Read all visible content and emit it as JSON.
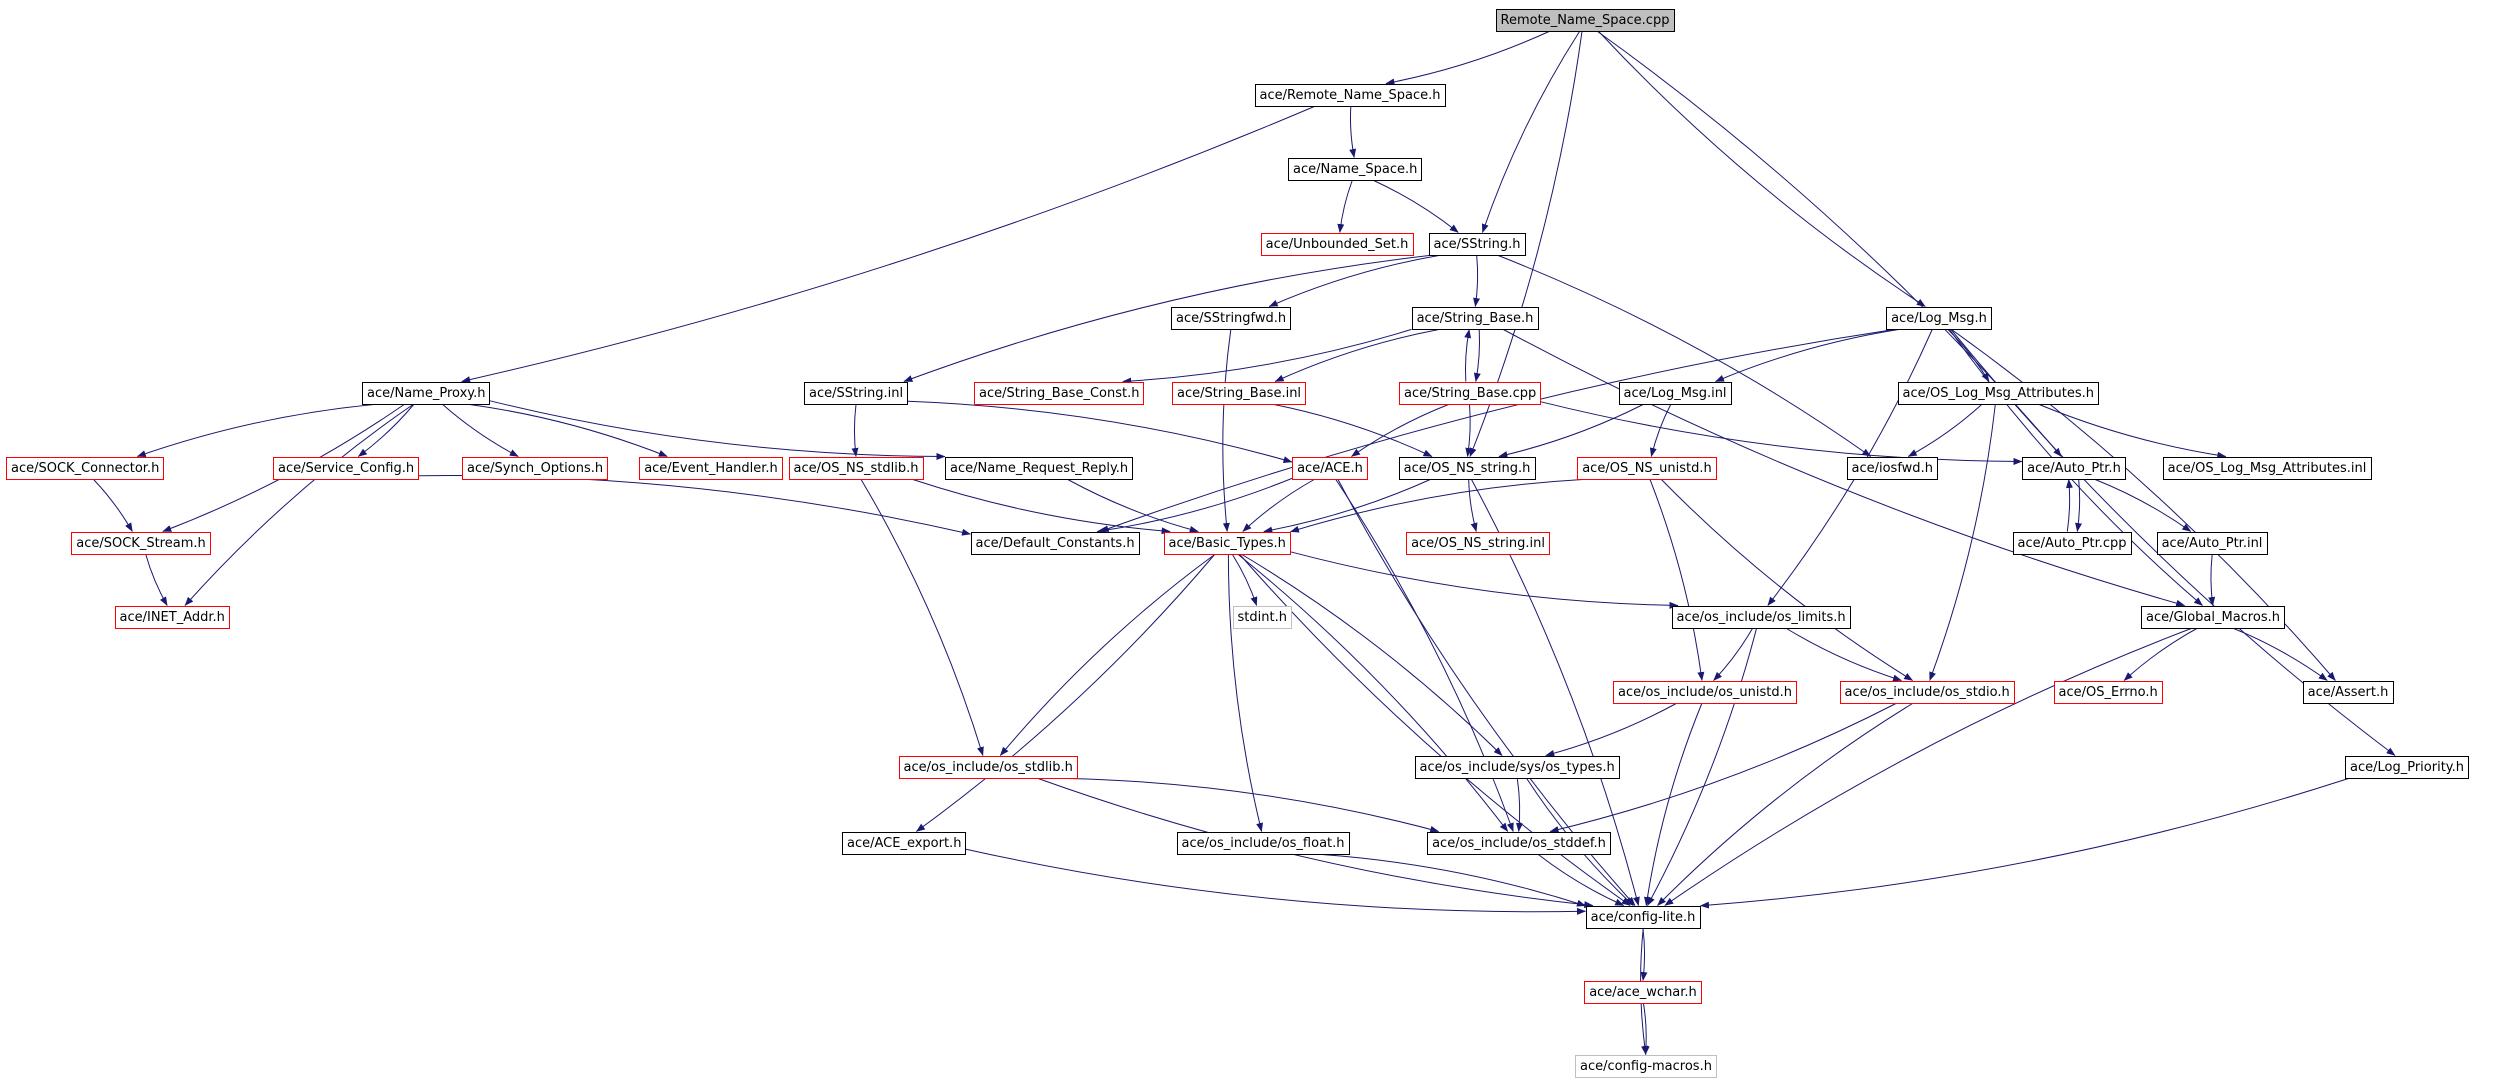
{
  "graph": {
    "root": "Remote_Name_Space.cpp",
    "colors": {
      "edge": "#191970",
      "documented_border": "#000000",
      "undocumented_border": "#ff0000",
      "external_border": "#bfbfbf",
      "root_fill": "#bfbfbf"
    },
    "nodes": [
      {
        "id": "remote_cpp",
        "label": "Remote_Name_Space.cpp",
        "kind": "root"
      },
      {
        "id": "remote_h",
        "label": "ace/Remote_Name_Space.h",
        "kind": "doc"
      },
      {
        "id": "name_space_h",
        "label": "ace/Name_Space.h",
        "kind": "doc"
      },
      {
        "id": "unbounded_set",
        "label": "ace/Unbounded_Set.h",
        "kind": "undoc"
      },
      {
        "id": "sstring_h",
        "label": "ace/SString.h",
        "kind": "doc"
      },
      {
        "id": "sstringfwd",
        "label": "ace/SStringfwd.h",
        "kind": "doc"
      },
      {
        "id": "string_base_h",
        "label": "ace/String_Base.h",
        "kind": "doc"
      },
      {
        "id": "log_msg_h",
        "label": "ace/Log_Msg.h",
        "kind": "doc"
      },
      {
        "id": "name_proxy",
        "label": "ace/Name_Proxy.h",
        "kind": "doc"
      },
      {
        "id": "sstring_inl",
        "label": "ace/SString.inl",
        "kind": "doc"
      },
      {
        "id": "sb_const",
        "label": "ace/String_Base_Const.h",
        "kind": "undoc"
      },
      {
        "id": "sb_inl",
        "label": "ace/String_Base.inl",
        "kind": "undoc"
      },
      {
        "id": "sb_cpp",
        "label": "ace/String_Base.cpp",
        "kind": "undoc"
      },
      {
        "id": "log_msg_inl",
        "label": "ace/Log_Msg.inl",
        "kind": "doc"
      },
      {
        "id": "os_log_attr",
        "label": "ace/OS_Log_Msg_Attributes.h",
        "kind": "doc"
      },
      {
        "id": "sock_conn",
        "label": "ace/SOCK_Connector.h",
        "kind": "undoc"
      },
      {
        "id": "service_config",
        "label": "ace/Service_Config.h",
        "kind": "undoc"
      },
      {
        "id": "synch_options",
        "label": "ace/Synch_Options.h",
        "kind": "undoc"
      },
      {
        "id": "event_handler",
        "label": "ace/Event_Handler.h",
        "kind": "undoc"
      },
      {
        "id": "os_ns_stdlib",
        "label": "ace/OS_NS_stdlib.h",
        "kind": "undoc"
      },
      {
        "id": "name_req_reply",
        "label": "ace/Name_Request_Reply.h",
        "kind": "doc"
      },
      {
        "id": "ace_h",
        "label": "ace/ACE.h",
        "kind": "undoc"
      },
      {
        "id": "os_ns_string",
        "label": "ace/OS_NS_string.h",
        "kind": "doc"
      },
      {
        "id": "os_ns_unistd",
        "label": "ace/OS_NS_unistd.h",
        "kind": "undoc"
      },
      {
        "id": "iosfwd",
        "label": "ace/iosfwd.h",
        "kind": "doc"
      },
      {
        "id": "auto_ptr_h",
        "label": "ace/Auto_Ptr.h",
        "kind": "doc"
      },
      {
        "id": "os_log_attr_inl",
        "label": "ace/OS_Log_Msg_Attributes.inl",
        "kind": "doc"
      },
      {
        "id": "sock_stream",
        "label": "ace/SOCK_Stream.h",
        "kind": "undoc"
      },
      {
        "id": "default_consts",
        "label": "ace/Default_Constants.h",
        "kind": "doc"
      },
      {
        "id": "basic_types",
        "label": "ace/Basic_Types.h",
        "kind": "undoc"
      },
      {
        "id": "os_ns_string_inl",
        "label": "ace/OS_NS_string.inl",
        "kind": "undoc"
      },
      {
        "id": "auto_ptr_cpp",
        "label": "ace/Auto_Ptr.cpp",
        "kind": "doc"
      },
      {
        "id": "auto_ptr_inl",
        "label": "ace/Auto_Ptr.inl",
        "kind": "doc"
      },
      {
        "id": "inet_addr",
        "label": "ace/INET_Addr.h",
        "kind": "undoc"
      },
      {
        "id": "stdint",
        "label": "stdint.h",
        "kind": "external"
      },
      {
        "id": "os_limits",
        "label": "ace/os_include/os_limits.h",
        "kind": "doc"
      },
      {
        "id": "global_macros",
        "label": "ace/Global_Macros.h",
        "kind": "doc"
      },
      {
        "id": "os_unistd",
        "label": "ace/os_include/os_unistd.h",
        "kind": "undoc"
      },
      {
        "id": "os_stdio",
        "label": "ace/os_include/os_stdio.h",
        "kind": "undoc"
      },
      {
        "id": "os_errno",
        "label": "ace/OS_Errno.h",
        "kind": "undoc"
      },
      {
        "id": "assert_h",
        "label": "ace/Assert.h",
        "kind": "doc"
      },
      {
        "id": "os_stdlib",
        "label": "ace/os_include/os_stdlib.h",
        "kind": "undoc"
      },
      {
        "id": "sys_os_types",
        "label": "ace/os_include/sys/os_types.h",
        "kind": "doc"
      },
      {
        "id": "log_priority",
        "label": "ace/Log_Priority.h",
        "kind": "doc"
      },
      {
        "id": "ace_export",
        "label": "ace/ACE_export.h",
        "kind": "doc"
      },
      {
        "id": "os_float",
        "label": "ace/os_include/os_float.h",
        "kind": "doc"
      },
      {
        "id": "os_stddef",
        "label": "ace/os_include/os_stddef.h",
        "kind": "doc"
      },
      {
        "id": "config_lite",
        "label": "ace/config-lite.h",
        "kind": "doc"
      },
      {
        "id": "ace_wchar",
        "label": "ace/ace_wchar.h",
        "kind": "undoc"
      },
      {
        "id": "config_macros",
        "label": "ace/config-macros.h",
        "kind": "external"
      }
    ],
    "edges": [
      [
        "remote_cpp",
        "remote_h"
      ],
      [
        "remote_cpp",
        "sstring_h"
      ],
      [
        "remote_cpp",
        "os_ns_string"
      ],
      [
        "remote_cpp",
        "log_msg_h"
      ],
      [
        "remote_cpp",
        "auto_ptr_h"
      ],
      [
        "remote_h",
        "name_space_h"
      ],
      [
        "remote_h",
        "name_proxy"
      ],
      [
        "name_space_h",
        "unbounded_set"
      ],
      [
        "name_space_h",
        "sstring_h"
      ],
      [
        "sstring_h",
        "sstringfwd"
      ],
      [
        "sstring_h",
        "string_base_h"
      ],
      [
        "sstring_h",
        "sstring_inl"
      ],
      [
        "sstring_h",
        "iosfwd"
      ],
      [
        "sstringfwd",
        "basic_types"
      ],
      [
        "string_base_h",
        "sb_const"
      ],
      [
        "string_base_h",
        "sb_inl"
      ],
      [
        "string_base_h",
        "sb_cpp"
      ],
      [
        "string_base_h",
        "global_macros"
      ],
      [
        "sb_cpp",
        "string_base_h"
      ],
      [
        "sb_cpp",
        "ace_h"
      ],
      [
        "sb_cpp",
        "os_ns_string"
      ],
      [
        "sb_cpp",
        "auto_ptr_h"
      ],
      [
        "sb_inl",
        "os_ns_string"
      ],
      [
        "sstring_inl",
        "os_ns_stdlib"
      ],
      [
        "sstring_inl",
        "ace_h"
      ],
      [
        "log_msg_h",
        "log_msg_inl"
      ],
      [
        "log_msg_h",
        "os_log_attr"
      ],
      [
        "log_msg_h",
        "default_consts"
      ],
      [
        "log_msg_h",
        "os_limits"
      ],
      [
        "log_msg_h",
        "global_macros"
      ],
      [
        "log_msg_h",
        "assert_h"
      ],
      [
        "log_msg_h",
        "log_priority"
      ],
      [
        "log_msg_inl",
        "os_ns_string"
      ],
      [
        "log_msg_inl",
        "os_ns_unistd"
      ],
      [
        "os_log_attr",
        "iosfwd"
      ],
      [
        "os_log_attr",
        "os_log_attr_inl"
      ],
      [
        "os_log_attr",
        "os_stdio"
      ],
      [
        "name_proxy",
        "sock_conn"
      ],
      [
        "name_proxy",
        "service_config"
      ],
      [
        "name_proxy",
        "synch_options"
      ],
      [
        "name_proxy",
        "event_handler"
      ],
      [
        "name_proxy",
        "name_req_reply"
      ],
      [
        "name_proxy",
        "sock_stream"
      ],
      [
        "name_proxy",
        "inet_addr"
      ],
      [
        "sock_conn",
        "sock_stream"
      ],
      [
        "sock_stream",
        "inet_addr"
      ],
      [
        "service_config",
        "default_consts"
      ],
      [
        "os_ns_stdlib",
        "basic_types"
      ],
      [
        "os_ns_stdlib",
        "os_stdlib"
      ],
      [
        "name_req_reply",
        "basic_types"
      ],
      [
        "ace_h",
        "default_consts"
      ],
      [
        "ace_h",
        "basic_types"
      ],
      [
        "ace_h",
        "os_stddef"
      ],
      [
        "ace_h",
        "config_lite"
      ],
      [
        "os_ns_string",
        "basic_types"
      ],
      [
        "os_ns_string",
        "os_ns_string_inl"
      ],
      [
        "os_ns_string",
        "config_lite"
      ],
      [
        "os_ns_unistd",
        "basic_types"
      ],
      [
        "os_ns_unistd",
        "os_unistd"
      ],
      [
        "os_ns_unistd",
        "os_stdio"
      ],
      [
        "auto_ptr_h",
        "auto_ptr_cpp"
      ],
      [
        "auto_ptr_cpp",
        "auto_ptr_h"
      ],
      [
        "auto_ptr_h",
        "auto_ptr_inl"
      ],
      [
        "auto_ptr_inl",
        "global_macros"
      ],
      [
        "basic_types",
        "stdint"
      ],
      [
        "basic_types",
        "os_limits"
      ],
      [
        "basic_types",
        "sys_os_types"
      ],
      [
        "basic_types",
        "os_stdlib"
      ],
      [
        "basic_types",
        "ace_export"
      ],
      [
        "basic_types",
        "os_float"
      ],
      [
        "basic_types",
        "os_stddef"
      ],
      [
        "basic_types",
        "config_lite"
      ],
      [
        "os_limits",
        "os_unistd"
      ],
      [
        "os_limits",
        "os_stdio"
      ],
      [
        "os_limits",
        "config_lite"
      ],
      [
        "global_macros",
        "os_errno"
      ],
      [
        "global_macros",
        "assert_h"
      ],
      [
        "global_macros",
        "config_lite"
      ],
      [
        "os_unistd",
        "sys_os_types"
      ],
      [
        "os_unistd",
        "config_lite"
      ],
      [
        "os_stdio",
        "os_stddef"
      ],
      [
        "os_stdio",
        "config_lite"
      ],
      [
        "sys_os_types",
        "os_stddef"
      ],
      [
        "sys_os_types",
        "config_lite"
      ],
      [
        "os_stdlib",
        "os_stddef"
      ],
      [
        "os_stdlib",
        "config_lite"
      ],
      [
        "log_priority",
        "config_lite"
      ],
      [
        "ace_export",
        "config_lite"
      ],
      [
        "os_float",
        "config_lite"
      ],
      [
        "os_stddef",
        "config_lite"
      ],
      [
        "config_lite",
        "ace_wchar"
      ],
      [
        "config_lite",
        "config_macros"
      ],
      [
        "ace_wchar",
        "config_macros"
      ]
    ]
  }
}
